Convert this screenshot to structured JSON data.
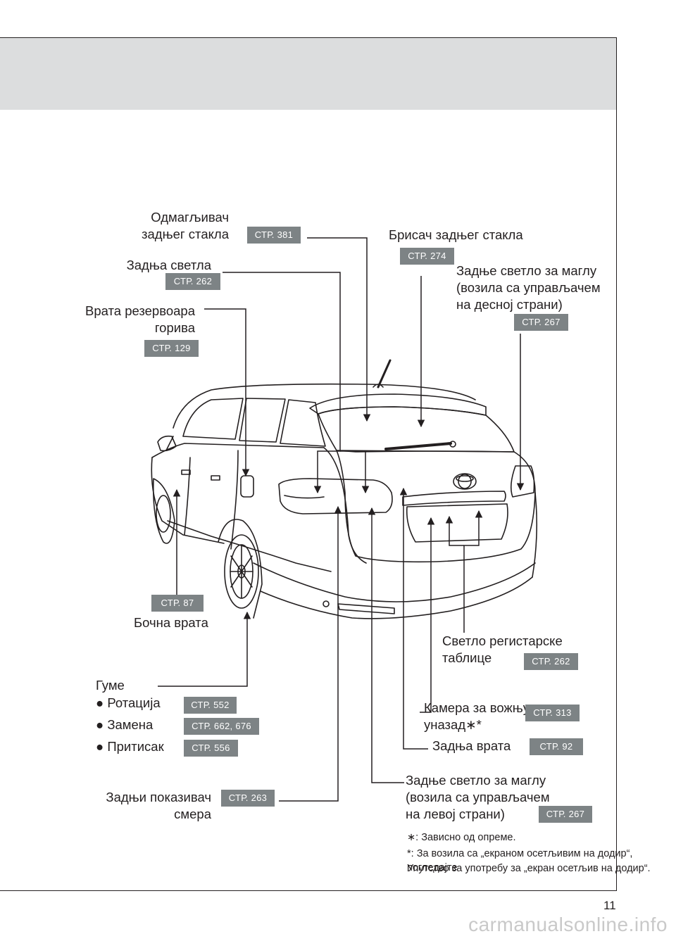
{
  "labels": {
    "rear_defogger": "Одмагљивач\nзадњег стакла",
    "rear_wiper": "Брисач задњег стакла",
    "rear_lights": "Задња светла",
    "rear_fog_right": "Задње светло за маглу\n(возила са управљачем\nна десној страни)",
    "fuel_door": "Врата резервоара\nгорива",
    "side_doors": "Бочна врата",
    "plate_light": "Светло регистарске\nтаблице",
    "tires_title": "Гуме",
    "tires_rotation": "● Ротација",
    "tires_replace": "● Замена",
    "tires_pressure": "● Притисак",
    "rear_camera": "Камера за вожњу\nуназад",
    "rear_camera_mark": "∗*",
    "back_door": "Задња врата",
    "rear_fog_left": "Задње светло за маглу\n(возила са управљачем\nна левој страни)",
    "rear_turn": "Задњи показивач\nсмера"
  },
  "badges": {
    "rear_defogger": "СТР. 381",
    "rear_wiper": "СТР. 274",
    "rear_lights": "СТР. 262",
    "rear_fog_right": "СТР. 267",
    "fuel_door": "СТР. 129",
    "side_doors": "СТР. 87",
    "plate_light": "СТР. 262",
    "tires_rotation": "СТР. 552",
    "tires_replace": "СТР. 662, 676",
    "tires_pressure": "СТР. 556",
    "rear_camera": "СТР. 313",
    "back_door": "СТР. 92",
    "rear_fog_left": "СТР. 267",
    "rear_turn": "СТР. 263"
  },
  "footnotes": {
    "line1": "∗: Зависно од опреме.",
    "line2": "*: За возила са „екраном осетљивим на додир“, погледајте",
    "line3": "Упутство за употребу за „екран осетљив на додир“."
  },
  "page_number": "11",
  "watermark": "carmanualsonline.info",
  "colors": {
    "header_band": "#dcddde",
    "badge": "#7d8385",
    "line": "#231f20"
  }
}
